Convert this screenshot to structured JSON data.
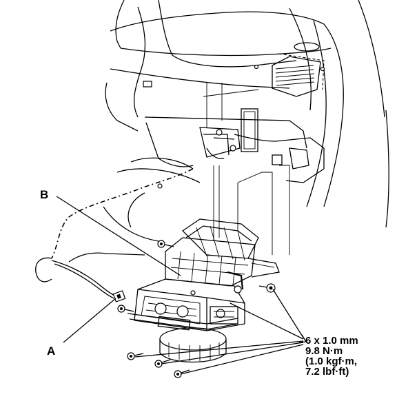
{
  "callouts": {
    "a": "A",
    "b": "B"
  },
  "fastener_spec": {
    "line1": "6 x 1.0 mm",
    "line2": "9.8 N·m",
    "line3": "(1.0 kgf·m,",
    "line4": "7.2 lbf·ft)"
  }
}
